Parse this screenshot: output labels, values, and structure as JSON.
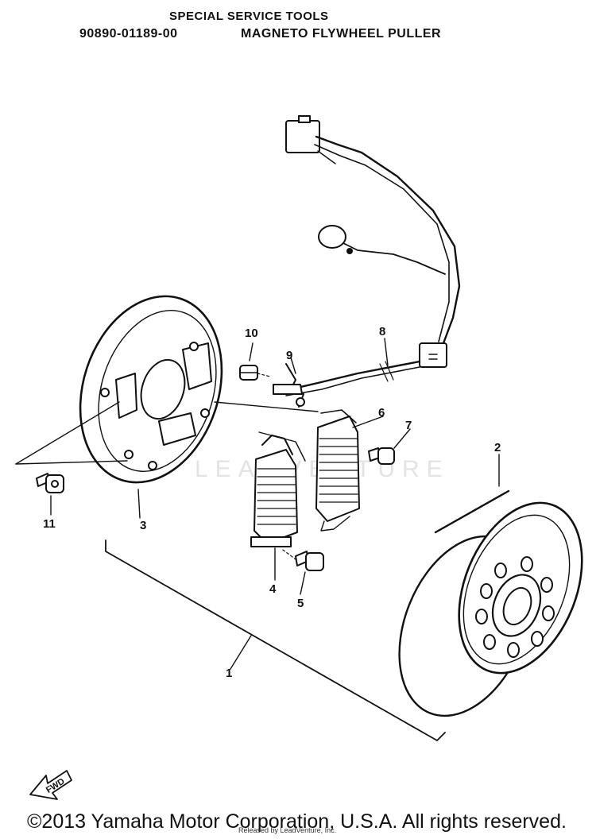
{
  "header": {
    "title": "SPECIAL SERVICE TOOLS",
    "tool_number": "90890-01189-00",
    "tool_name": "MAGNETO FLYWHEEL PULLER"
  },
  "callouts": [
    "1",
    "2",
    "3",
    "4",
    "5",
    "6",
    "7",
    "8",
    "9",
    "10",
    "11"
  ],
  "watermark": "LEADVENTURE",
  "fwd_label": "FWD",
  "footer": {
    "copyright": "©2013 Yamaha Motor Corporation, U.S.A. All rights reserved.",
    "released": "Released by LeadVenture, Inc."
  }
}
